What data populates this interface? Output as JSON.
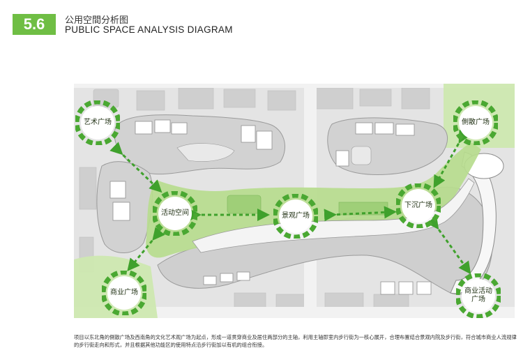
{
  "header": {
    "section_number": "5.6",
    "title_cn": "公用空間分析图",
    "title_en": "PUBLIC SPACE ANALYSIS DIAGRAM"
  },
  "plazas": [
    {
      "id": "art",
      "label": "艺术广场"
    },
    {
      "id": "side",
      "label": "側散广场"
    },
    {
      "id": "activity",
      "label": "活动空间"
    },
    {
      "id": "landscape",
      "label": "景观广场"
    },
    {
      "id": "sunken",
      "label": "下沉广场"
    },
    {
      "id": "commercial",
      "label": "商业广场"
    },
    {
      "id": "commercial-activity",
      "label": "商业活动广场"
    }
  ],
  "colors": {
    "accent": "#6fbe44",
    "plaza_node": "#4aa832",
    "path_fill": "#b7dc8e",
    "corner_fill": "#cde8b0"
  },
  "caption": "项目以东北角的側散广场及西南角的文化艺术观广场为起点，形成一道贯穿商业及居住两部分的主轴，利用主轴即室内步行街为一核心展开，合理布置结合景观内院及步行街，符合城市商业人流规律的步行街走向和形式，并且根据其他功能区的使用特点沿步行街加以有机的组合衔接。"
}
